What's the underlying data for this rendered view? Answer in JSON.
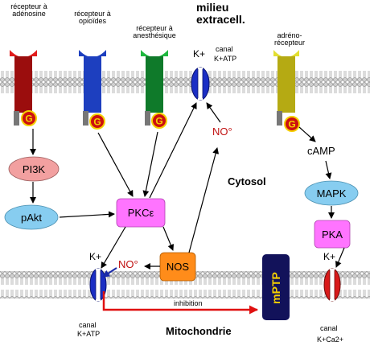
{
  "receptors": [
    {
      "label_line1": "récepteur à",
      "label_line2": "adénosine",
      "color": "#9b0d0d"
    },
    {
      "label_line1": "récepteur à",
      "label_line2": "opioïdes",
      "color": "#1d3fbf"
    },
    {
      "label_line1": "récepteur à",
      "label_line2": "anesthésique",
      "color": "#0f7a2a"
    },
    {
      "label_line1": "adréno-",
      "label_line2": "récepteur",
      "color": "#b5aa13"
    }
  ],
  "g_protein_label": "G",
  "regions": {
    "extracellular_line1": "milieu",
    "extracellular_line2": "extracell.",
    "cytosol": "Cytosol",
    "mitochondria": "Mitochondrie"
  },
  "channels": {
    "membrane_katp": {
      "ion": "K+",
      "canal": "canal",
      "sub": "K+ATP"
    },
    "mito_katp": {
      "ion": "K+",
      "canal": "canal",
      "sub": "K+ATP"
    },
    "mito_kca": {
      "ion": "K+",
      "canal": "canal",
      "sub": "K+Ca2+"
    }
  },
  "nodes": {
    "pi3k": "PI3K",
    "pakt": "pAkt",
    "pkc": "PKCε",
    "nos": "NOS",
    "no_up": "NO°",
    "no_left": "NO°",
    "camp": "cAMP",
    "mapk": "MAPK",
    "pka": "PKA",
    "mptp": "mPTP"
  },
  "inhibition_label": "inhibition",
  "colors": {
    "pi3k": "#f2a0a0",
    "pakt": "#87cdf0",
    "pkc": "#ff74ff",
    "nos": "#ff8c1a",
    "mapk": "#87cdf0",
    "pka": "#ff74ff",
    "mptp": "#12125a",
    "mptp_text": "#f5d000",
    "g_protein": "#cc1010",
    "inhibition": "#e01010",
    "no_arrow": "#1a2aa8"
  }
}
